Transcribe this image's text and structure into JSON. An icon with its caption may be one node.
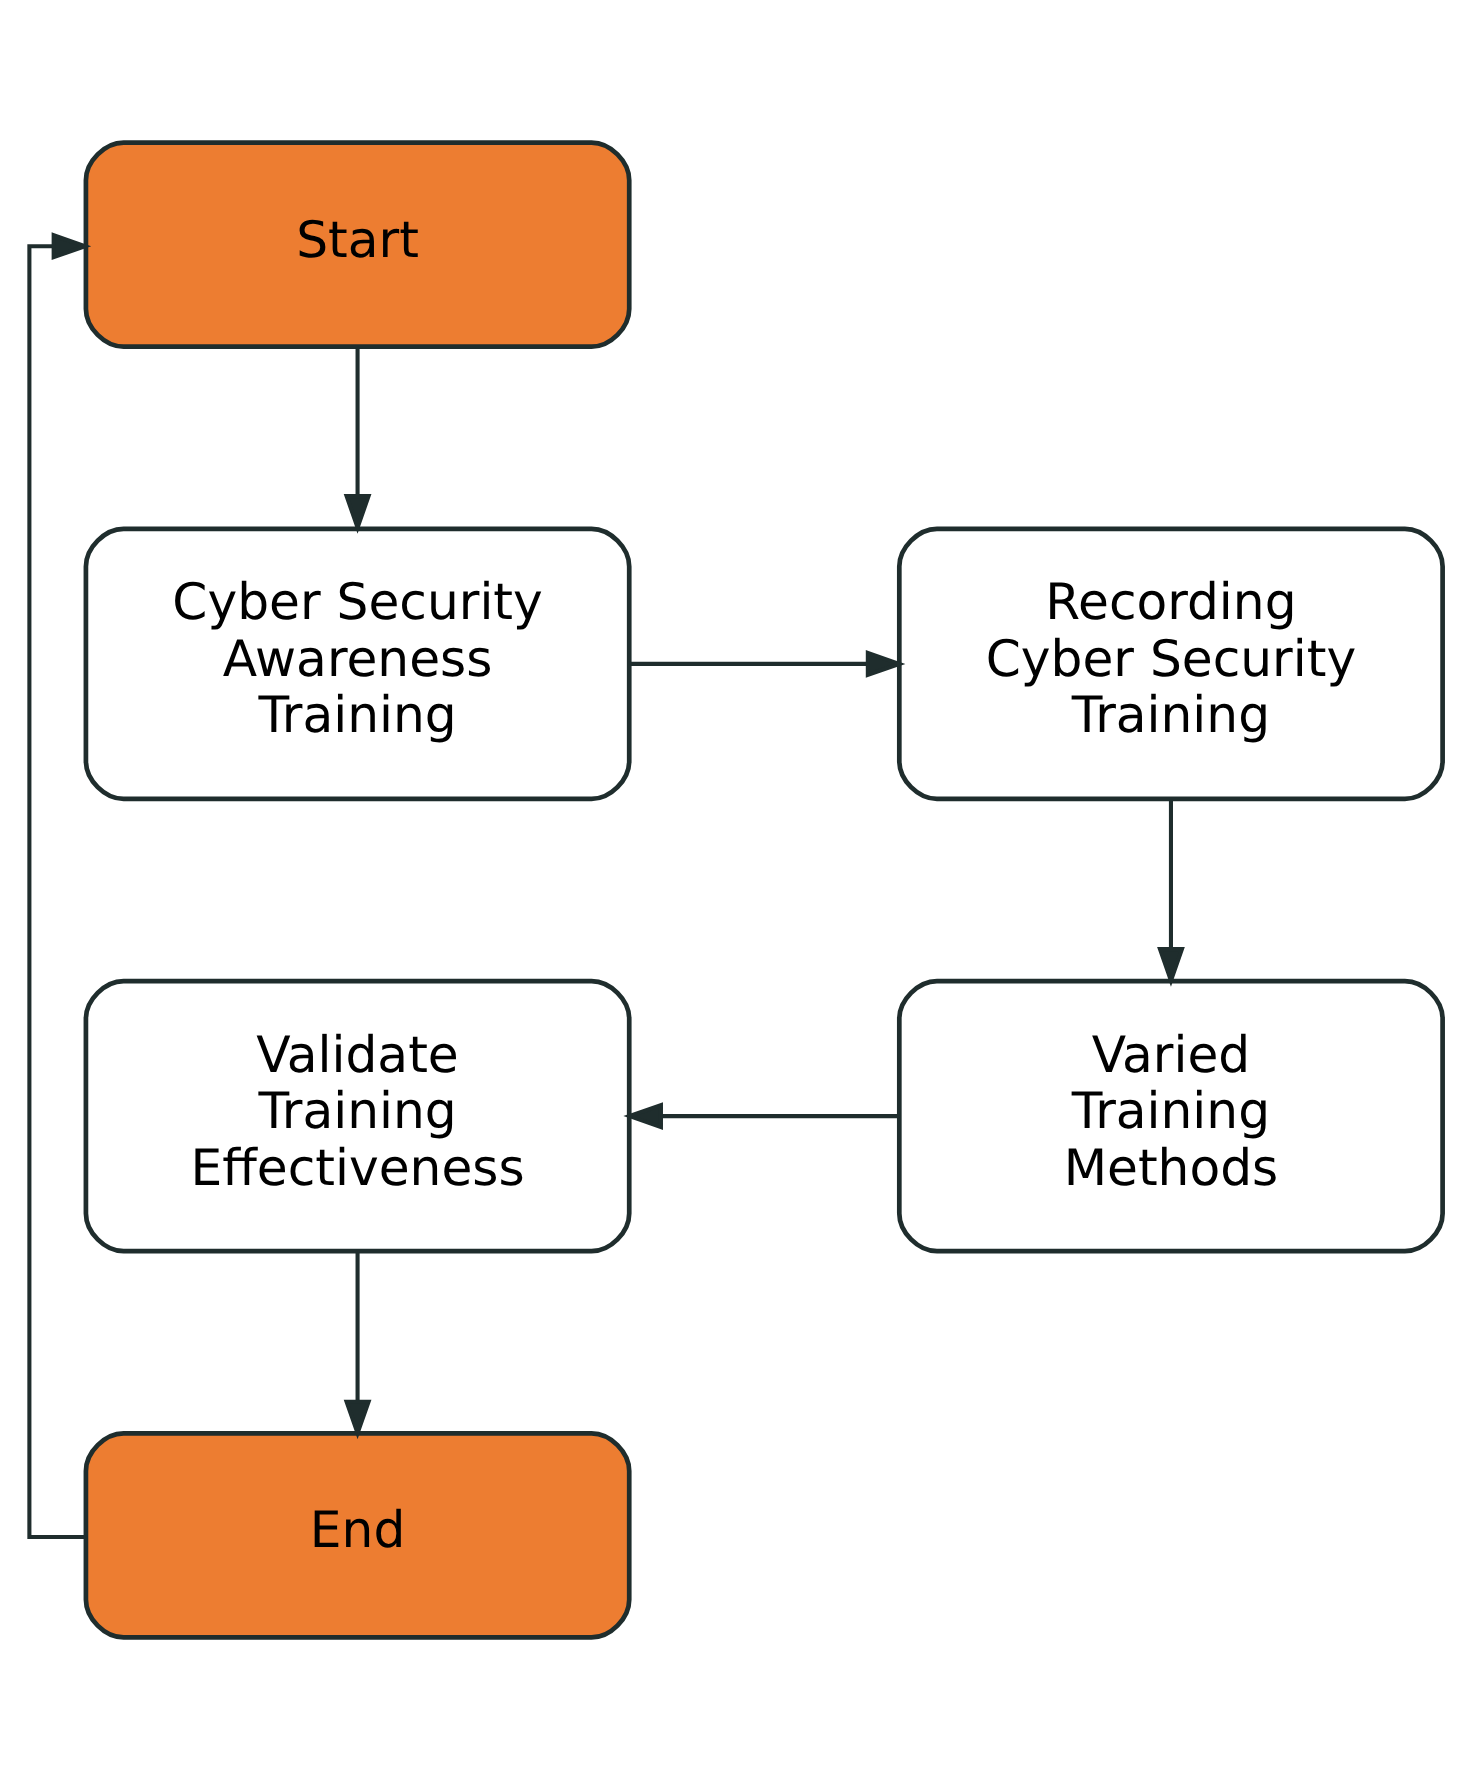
{
  "diagram": {
    "nodes": [
      {
        "text": [
          "Start"
        ]
      },
      {
        "text": [
          "Cyber Security Awareness Training"
        ]
      },
      {
        "text": [
          "Recording Cyber Security Training"
        ]
      },
      {
        "text": [
          "Varied Training Methods"
        ]
      },
      {
        "text": [
          "Validate Training Effectiveness"
        ]
      },
      {
        "text": [
          "End"
        ]
      }
    ],
    "edges": [
      {
        "from": 0,
        "to": 1,
        "arrow": "to"
      },
      {
        "from": 1,
        "to": 2,
        "arrow": "to"
      },
      {
        "from": 2,
        "to": 3,
        "arrow": "to"
      },
      {
        "from": 3,
        "to": 4,
        "arrow": "to"
      },
      {
        "from": 4,
        "to": 5,
        "arrow": "to"
      },
      {
        "from": 5,
        "to": 0,
        "arrow": "to"
      }
    ]
  }
}
